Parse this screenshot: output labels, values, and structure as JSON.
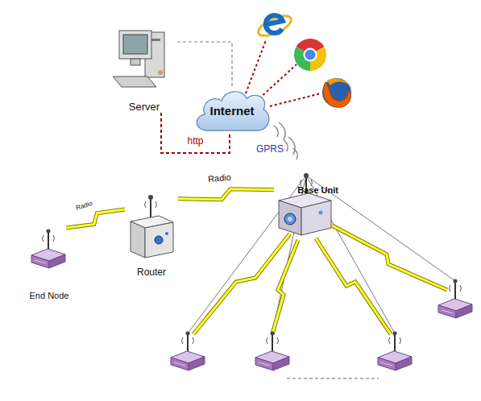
{
  "diagram": {
    "nodes": [
      {
        "text": [
          "Server"
        ]
      },
      {
        "text": [
          "Internet"
        ]
      },
      {
        "text": [
          "Base Unit"
        ]
      },
      {
        "text": [
          "Router"
        ]
      },
      {
        "text": [
          "End Node"
        ]
      }
    ],
    "edges": [
      {
        "from": 0,
        "to": 1,
        "label": "http",
        "arrow": "none"
      },
      {
        "from": 0,
        "to": 1,
        "arrow": "none"
      },
      {
        "from": 3,
        "to": 2,
        "label": "Radio",
        "arrow": "none"
      },
      {
        "from": 4,
        "to": 3,
        "label": "Radio",
        "arrow": "none"
      }
    ],
    "labels": [
      "GPRS"
    ]
  }
}
